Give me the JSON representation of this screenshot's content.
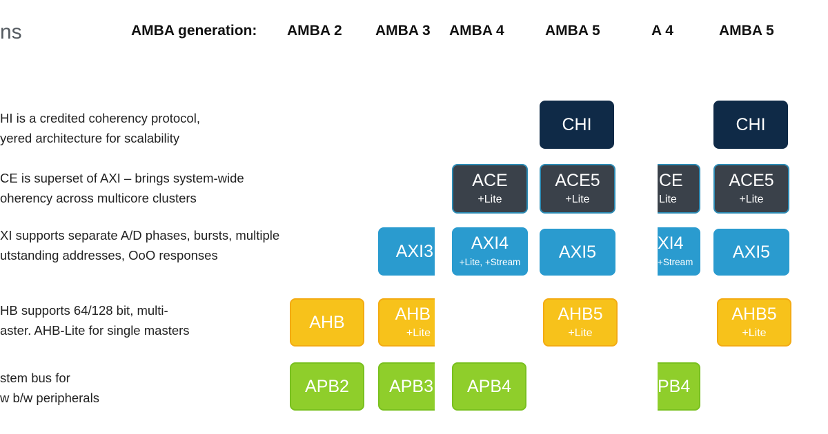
{
  "title_fragment": "ns",
  "header": {
    "generation_label": "AMBA generation:",
    "columns": [
      "AMBA 2",
      "AMBA 3",
      "AMBA 4",
      "AMBA 5",
      "A 4",
      "AMBA 5"
    ]
  },
  "descriptions": [
    {
      "line1": "HI is a credited coherency protocol,",
      "line2": "yered architecture for scalability"
    },
    {
      "line1": "CE is superset of AXI – brings system-wide",
      "line2": "oherency across multicore clusters"
    },
    {
      "line1": "XI supports separate A/D phases, bursts, multiple",
      "line2": "utstanding addresses, OoO responses"
    },
    {
      "line1": "HB supports 64/128 bit, multi-",
      "line2": "aster.  AHB-Lite for single masters"
    },
    {
      "line1": "stem bus for",
      "line2": "w b/w peripherals"
    }
  ],
  "boxes": {
    "chi_a": {
      "main": "CHI"
    },
    "chi_b": {
      "main": "CHI"
    },
    "ace4": {
      "main": "ACE",
      "sub": "+Lite"
    },
    "ace5_a": {
      "main": "ACE5",
      "sub": "+Lite"
    },
    "ace4_clip": {
      "main": "CE",
      "sub": "Lite"
    },
    "ace5_b": {
      "main": "ACE5",
      "sub": "+Lite"
    },
    "axi3": {
      "main": "AXI3"
    },
    "axi4": {
      "main": "AXI4",
      "sub": "+Lite, +Stream"
    },
    "axi5_a": {
      "main": "AXI5"
    },
    "axi4_clip": {
      "main": "XI4",
      "sub": "+Stream"
    },
    "axi5_b": {
      "main": "AXI5"
    },
    "ahb": {
      "main": "AHB"
    },
    "ahb3": {
      "main": "AHB",
      "sub": "+Lite"
    },
    "ahb5_a": {
      "main": "AHB5",
      "sub": "+Lite"
    },
    "ahb5_b": {
      "main": "AHB5",
      "sub": "+Lite"
    },
    "apb2": {
      "main": "APB2"
    },
    "apb3": {
      "main": "APB3"
    },
    "apb4": {
      "main": "APB4"
    },
    "apb4_clip": {
      "main": "PB4"
    }
  },
  "colors": {
    "chi": "#0f2a47",
    "ace": "#3a414a",
    "axi": "#2a9bcf",
    "ahb": "#f7c21b",
    "apb": "#8fce2b"
  }
}
